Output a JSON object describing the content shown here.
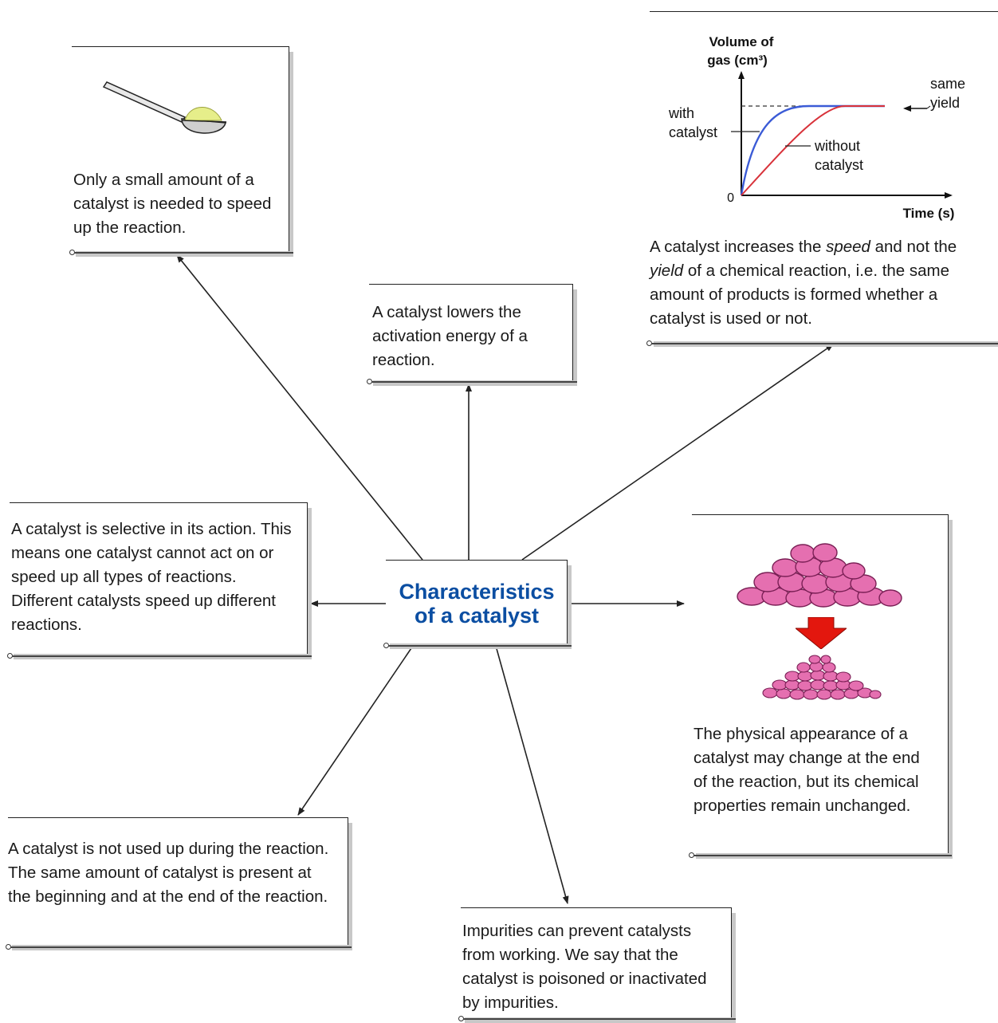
{
  "center": {
    "line1": "Characteristics",
    "line2": "of a catalyst"
  },
  "facts": {
    "small_amount": "Only a small amount of a catalyst is needed to speed up the reaction.",
    "activation": "A catalyst lowers the activation energy of a reaction.",
    "speed_yield": {
      "part1": "A catalyst increases the ",
      "speed": "speed",
      "part2": " and not the ",
      "yield": "yield",
      "part3": " of a chemical reaction, i.e. the same amount of products is formed whether a catalyst is used or not."
    },
    "selective": "A catalyst is selective in its action. This means one catalyst cannot act on or speed up all types of reactions. Different catalysts speed up different reactions.",
    "appearance": "The physical appearance of a catalyst may change at the end of the reaction, but its chemical properties remain unchanged.",
    "not_used_up": "A catalyst is not used up during the reaction. The same amount of catalyst is present at the beginning and at the end of the reaction.",
    "impurities": "Impurities can prevent catalysts from working. We say that the catalyst is poisoned or inactivated by impurities."
  },
  "graph": {
    "ylabel_line1": "Volume of",
    "ylabel_line2": "gas (cm³)",
    "xlabel": "Time (s)",
    "origin": "0",
    "with_line1": "with",
    "with_line2": "catalyst",
    "without_line1": "without",
    "without_line2": "catalyst",
    "same_line1": "same",
    "same_line2": "yield"
  },
  "colors": {
    "title": "#0b4ea2",
    "with_catalyst_curve": "#3b5bd6",
    "without_catalyst_curve": "#d8323a",
    "granules": "#e56fb0",
    "arrow_down": "#e3170e"
  },
  "icons": {
    "spoon": "spoon-with-catalyst-icon",
    "granules_large": "large-granules-icon",
    "granules_small": "small-granules-icon",
    "down_arrow": "red-down-arrow-icon"
  }
}
